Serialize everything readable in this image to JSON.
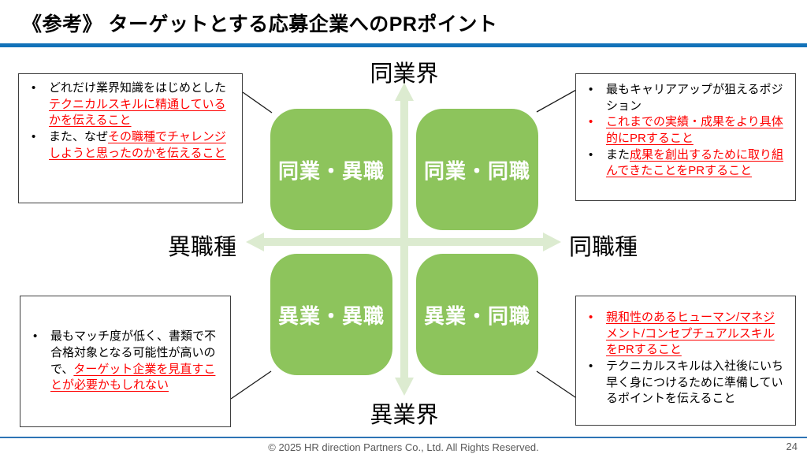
{
  "title": "《参考》 ターゲットとする応募企業へのPRポイント",
  "matrix": {
    "axis_top": "同業界",
    "axis_bottom": "異業界",
    "axis_left": "異職種",
    "axis_right": "同職種",
    "quadrants": {
      "top_left": "同業・異職",
      "top_right": "同業・同職",
      "bottom_left": "異業・異職",
      "bottom_right": "異業・同職"
    }
  },
  "notes": {
    "top_left": {
      "bullets": [
        {
          "bullet": "black",
          "segments": [
            {
              "text": "どれだけ業界知識をはじめとした",
              "style": "normal"
            },
            {
              "text": "テクニカルスキルに精通しているかを伝えること",
              "style": "red-underline"
            }
          ]
        },
        {
          "bullet": "black",
          "segments": [
            {
              "text": "また、なぜ",
              "style": "normal"
            },
            {
              "text": "その職種でチャレンジしようと思ったのかを伝えること",
              "style": "red-underline"
            }
          ]
        }
      ]
    },
    "top_right": {
      "bullets": [
        {
          "bullet": "black",
          "segments": [
            {
              "text": "最もキャリアアップが狙えるポジション",
              "style": "normal"
            }
          ]
        },
        {
          "bullet": "red",
          "segments": [
            {
              "text": "これまでの実績・成果をより具体的にPRすること",
              "style": "red-underline"
            }
          ]
        },
        {
          "bullet": "black",
          "segments": [
            {
              "text": "また",
              "style": "normal"
            },
            {
              "text": "成果を創出するために取り組んできたことをPRすること",
              "style": "red-underline"
            }
          ]
        }
      ]
    },
    "bottom_left": {
      "bullets": [
        {
          "bullet": "black",
          "segments": [
            {
              "text": "最もマッチ度が低く、書類で不合格対象となる可能性が高いので、",
              "style": "normal"
            },
            {
              "text": "ターゲット企業を見直すことが必要かもしれない",
              "style": "red-underline"
            }
          ]
        }
      ]
    },
    "bottom_right": {
      "bullets": [
        {
          "bullet": "red",
          "segments": [
            {
              "text": "親和性のあるヒューマン/マネジメント/コンセプチュアルスキルをPRすること",
              "style": "red-underline"
            }
          ]
        },
        {
          "bullet": "black",
          "segments": [
            {
              "text": "テクニカルスキルは入社後にいち早く身につけるために準備しているポイントを伝えること",
              "style": "normal"
            }
          ]
        }
      ]
    }
  },
  "footer": {
    "copyright": "© 2025 HR direction Partners Co., Ltd. All Rights Reserved.",
    "page_number": "24"
  },
  "colors": {
    "quadrant_green": "#8DC45C",
    "arrow_pale_green": "#DCEBD0",
    "emphasis_red": "#FF0000",
    "title_rule_blue": "#1272B9",
    "footer_rule_blue": "#2E74B5"
  }
}
